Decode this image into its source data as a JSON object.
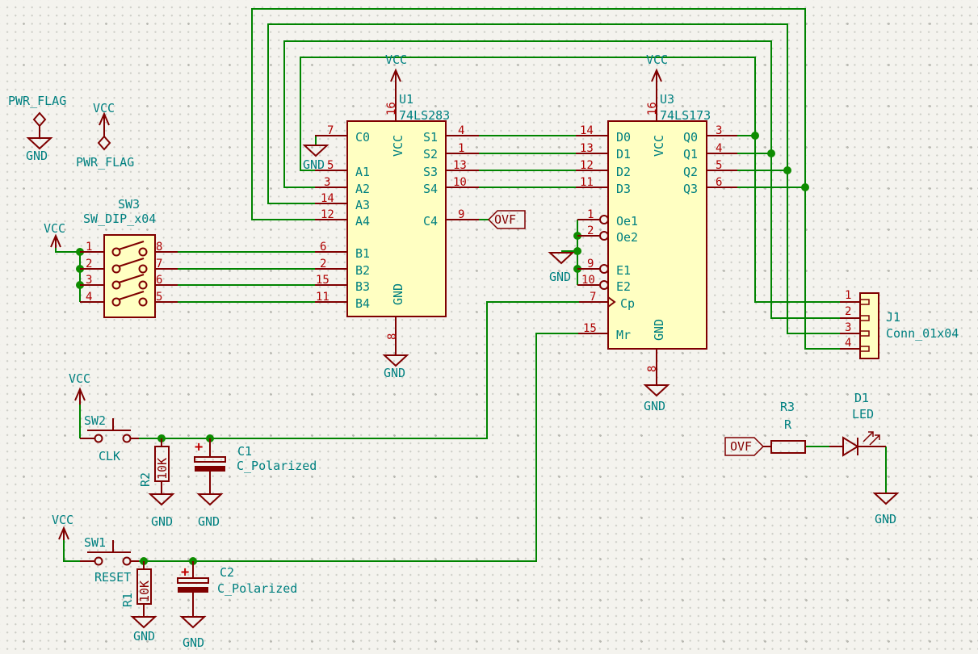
{
  "colors": {
    "wire": "#008400",
    "outline": "#7F0000",
    "body_fill": "#FFFFC2",
    "pin_number": "#AF0000",
    "text": "#008080",
    "global_label": "#840000",
    "background": "#F4F3EE"
  },
  "flags": {
    "flag1_label": "PWR_FLAG",
    "flag1_net": "GND",
    "flag2_net": "VCC",
    "flag2_label": "PWR_FLAG"
  },
  "u1": {
    "ref": "U1",
    "value": "74LS283",
    "vcc_net": "VCC",
    "gnd_net": "GND",
    "vcc_pin": "16",
    "gnd_pin": "8",
    "inner_vcc": "VCC",
    "inner_gnd": "GND",
    "c0_gnd": "GND",
    "left": [
      {
        "n": "7",
        "p": "C0"
      },
      {
        "n": "5",
        "p": "A1"
      },
      {
        "n": "3",
        "p": "A2"
      },
      {
        "n": "14",
        "p": "A3"
      },
      {
        "n": "12",
        "p": "A4"
      },
      {
        "n": "6",
        "p": "B1"
      },
      {
        "n": "2",
        "p": "B2"
      },
      {
        "n": "15",
        "p": "B3"
      },
      {
        "n": "11",
        "p": "B4"
      }
    ],
    "right": [
      {
        "n": "4",
        "p": "S1"
      },
      {
        "n": "1",
        "p": "S2"
      },
      {
        "n": "13",
        "p": "S3"
      },
      {
        "n": "10",
        "p": "S4"
      },
      {
        "n": "9",
        "p": "C4"
      }
    ]
  },
  "u3": {
    "ref": "U3",
    "value": "74LS173",
    "vcc_net": "VCC",
    "gnd_net": "GND",
    "vcc_pin": "16",
    "gnd_pin": "8",
    "inner_vcc": "VCC",
    "inner_gnd": "GND",
    "oe_gnd": "GND",
    "left": [
      {
        "n": "14",
        "p": "D0"
      },
      {
        "n": "13",
        "p": "D1"
      },
      {
        "n": "12",
        "p": "D2"
      },
      {
        "n": "11",
        "p": "D3"
      },
      {
        "n": "1",
        "p": "Oe1"
      },
      {
        "n": "2",
        "p": "Oe2"
      },
      {
        "n": "9",
        "p": "E1"
      },
      {
        "n": "10",
        "p": "E2"
      },
      {
        "n": "7",
        "p": "Cp"
      },
      {
        "n": "15",
        "p": "Mr"
      }
    ],
    "right": [
      {
        "n": "3",
        "p": "Q0"
      },
      {
        "n": "4",
        "p": "Q1"
      },
      {
        "n": "5",
        "p": "Q2"
      },
      {
        "n": "6",
        "p": "Q3"
      }
    ]
  },
  "sw3": {
    "ref": "SW3",
    "value": "SW_DIP_x04",
    "vcc_net": "VCC",
    "left_nums": [
      "1",
      "2",
      "3",
      "4"
    ],
    "right_nums": [
      "8",
      "7",
      "6",
      "5"
    ]
  },
  "j1": {
    "ref": "J1",
    "value": "Conn_01x04",
    "pin_nums": [
      "1",
      "2",
      "3",
      "4"
    ]
  },
  "ovf": {
    "at_c4": "OVF",
    "at_r3": "OVF"
  },
  "clk": {
    "vcc_net": "VCC",
    "sw_ref": "SW2",
    "label": "CLK",
    "r_ref": "R2",
    "r_value": "10K",
    "r_gnd": "GND",
    "c_plus": "+",
    "c_ref": "C1",
    "c_value": "C_Polarized",
    "c_gnd": "GND"
  },
  "reset": {
    "vcc_net": "VCC",
    "sw_ref": "SW1",
    "label": "RESET",
    "r_ref": "R1",
    "r_value": "10K",
    "r_gnd": "GND",
    "c_plus": "+",
    "c_ref": "C2",
    "c_value": "C_Polarized",
    "c_gnd": "GND"
  },
  "led": {
    "r_ref": "R3",
    "r_value": "R",
    "d_ref": "D1",
    "d_value": "LED",
    "gnd": "GND"
  }
}
